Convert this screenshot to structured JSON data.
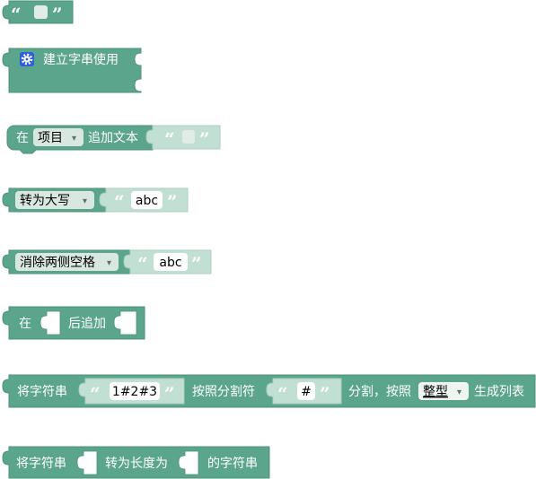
{
  "colors": {
    "block": "#5ba58c",
    "shadow": "#c2dfd3",
    "text_field": "#ffffff",
    "empty_field": "#e2ece7",
    "dropdown": "#d8e7e0",
    "dropdown_type": "#eef5f1",
    "mutator": "#2d60d8"
  },
  "ui": {
    "dropdown_arrow": "▾"
  },
  "text_block": {
    "open_quote": "“",
    "close_quote": "”"
  },
  "join_block": {
    "label": "建立字串使用",
    "icon": "gear-icon"
  },
  "append_text_block": {
    "label_in": "在",
    "variable": "项目",
    "label_append": "追加文本",
    "input": {
      "open_quote": "“",
      "close_quote": "”"
    }
  },
  "change_case_block": {
    "mode": "转为大写",
    "input": {
      "open_quote": "“",
      "value": "abc",
      "close_quote": "”"
    }
  },
  "trim_block": {
    "mode": "消除两侧空格",
    "input": {
      "open_quote": "“",
      "value": "abc",
      "close_quote": "”"
    }
  },
  "append_after_block": {
    "label_in": "在",
    "label_after": "后追加"
  },
  "split_block": {
    "label_string": "将字符串",
    "string_input": {
      "open_quote": "“",
      "value": "1#2#3",
      "close_quote": "”"
    },
    "label_separator": "按照分割符",
    "separator_input": {
      "open_quote": "“",
      "value": "#",
      "close_quote": "”"
    },
    "label_split": "分割，按照",
    "type": "整型",
    "label_list": "生成列表"
  },
  "pad_block": {
    "label_string": "将字符串",
    "label_length": "转为长度为",
    "label_suffix": "的字符串"
  }
}
